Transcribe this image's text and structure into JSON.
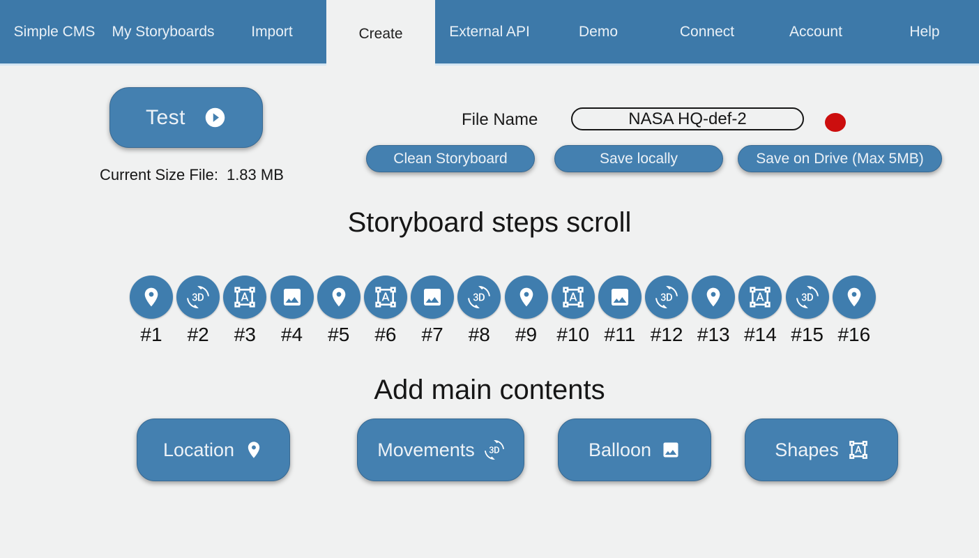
{
  "navbar": {
    "items": [
      {
        "label": "Simple CMS",
        "active": false
      },
      {
        "label": "My Storyboards",
        "active": false
      },
      {
        "label": "Import",
        "active": false
      },
      {
        "label": "Create",
        "active": true
      },
      {
        "label": "External API",
        "active": false
      },
      {
        "label": "Demo",
        "active": false
      },
      {
        "label": "Connect",
        "active": false
      },
      {
        "label": "Account",
        "active": false
      },
      {
        "label": "Help",
        "active": false
      }
    ]
  },
  "toolbar": {
    "test_label": "Test",
    "test_icon": "play-circle-icon",
    "current_size_label": "Current Size File:",
    "current_size_value": "1.83 MB",
    "file_name_label": "File Name",
    "file_name_value": "NASA HQ-def-2",
    "status_dot_color": "#cc0e0e",
    "actions": [
      "Clean Storyboard",
      "Save locally",
      "Save on Drive (Max 5MB)"
    ]
  },
  "storyboard": {
    "title": "Storyboard steps scroll",
    "steps": [
      {
        "label": "#1",
        "icon": "location"
      },
      {
        "label": "#2",
        "icon": "3d-rotation"
      },
      {
        "label": "#3",
        "icon": "format-shapes"
      },
      {
        "label": "#4",
        "icon": "image"
      },
      {
        "label": "#5",
        "icon": "location"
      },
      {
        "label": "#6",
        "icon": "format-shapes"
      },
      {
        "label": "#7",
        "icon": "image"
      },
      {
        "label": "#8",
        "icon": "3d-rotation"
      },
      {
        "label": "#9",
        "icon": "location"
      },
      {
        "label": "#10",
        "icon": "format-shapes"
      },
      {
        "label": "#11",
        "icon": "image"
      },
      {
        "label": "#12",
        "icon": "3d-rotation"
      },
      {
        "label": "#13",
        "icon": "location"
      },
      {
        "label": "#14",
        "icon": "format-shapes"
      },
      {
        "label": "#15",
        "icon": "3d-rotation"
      },
      {
        "label": "#16",
        "icon": "location"
      }
    ]
  },
  "contents": {
    "title": "Add main contents",
    "buttons": [
      {
        "label": "Location",
        "icon": "location"
      },
      {
        "label": "Movements",
        "icon": "3d-rotation"
      },
      {
        "label": "Balloon",
        "icon": "image"
      },
      {
        "label": "Shapes",
        "icon": "format-shapes"
      }
    ]
  },
  "colors": {
    "navbar_blue": "#3d79a9",
    "button_blue": "#4480b0",
    "page_background": "#f0f1f1",
    "status_red": "#cc0e0e"
  }
}
